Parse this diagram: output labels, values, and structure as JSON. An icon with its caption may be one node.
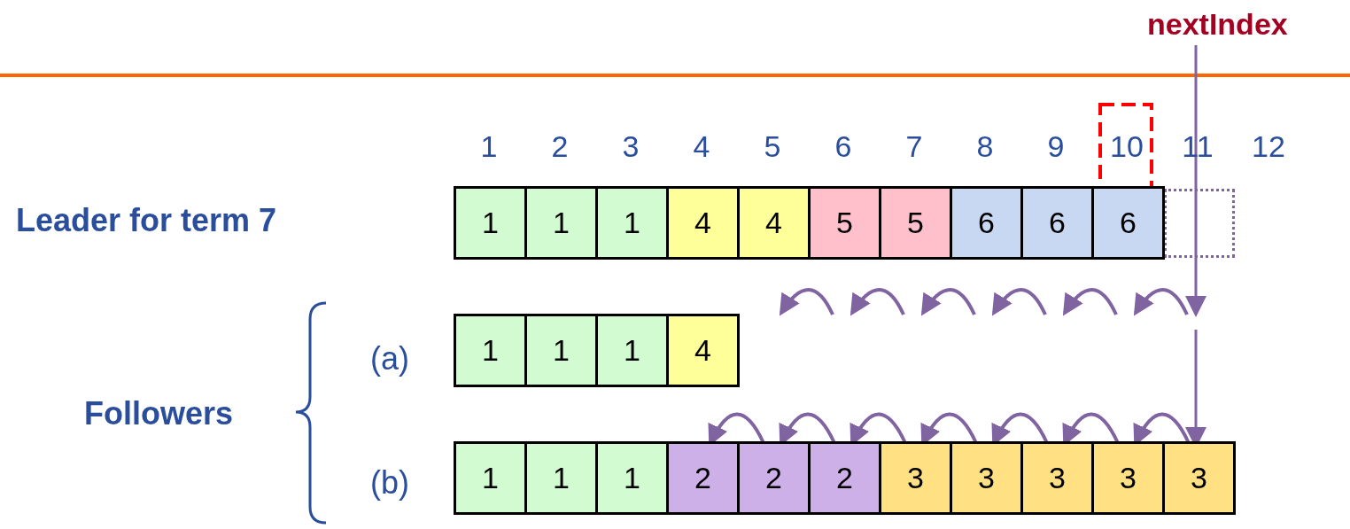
{
  "diagram": {
    "nodes": [
      {
        "text": [
          "nextIndex"
        ]
      },
      {
        "text": [
          "1"
        ]
      },
      {
        "text": [
          "1"
        ]
      },
      {
        "text": [
          "1"
        ]
      },
      {
        "text": [
          "4"
        ]
      },
      {
        "text": [
          "4"
        ]
      },
      {
        "text": [
          "5"
        ]
      },
      {
        "text": [
          "5"
        ]
      },
      {
        "text": [
          "6"
        ]
      },
      {
        "text": [
          "6"
        ]
      },
      {
        "text": [
          "6"
        ]
      },
      {
        "text": [],
        "shape": "box"
      },
      {
        "text": [
          "1"
        ]
      },
      {
        "text": [
          "1"
        ]
      },
      {
        "text": [
          "1"
        ]
      },
      {
        "text": [
          "4"
        ]
      },
      {
        "text": [
          "1"
        ]
      },
      {
        "text": [
          "1"
        ]
      },
      {
        "text": [
          "1"
        ]
      },
      {
        "text": [
          "2"
        ]
      },
      {
        "text": [
          "2"
        ]
      },
      {
        "text": [
          "2"
        ]
      },
      {
        "text": [
          "3"
        ]
      },
      {
        "text": [
          "3"
        ]
      },
      {
        "text": [
          "3"
        ]
      },
      {
        "text": [
          "3"
        ]
      },
      {
        "text": [
          "3"
        ]
      }
    ],
    "edges": [
      {
        "from": 0,
        "to": null,
        "arrow": "to"
      },
      {
        "from": null,
        "to": 26,
        "arrow": "to"
      },
      {
        "from": 20,
        "to": 19,
        "arrow": "to"
      },
      {
        "from": 21,
        "to": 20,
        "arrow": "to"
      },
      {
        "from": 22,
        "to": 21,
        "arrow": "to"
      },
      {
        "from": 23,
        "to": 22,
        "arrow": "to"
      },
      {
        "from": 24,
        "to": 23,
        "arrow": "to"
      },
      {
        "from": 25,
        "to": 24,
        "arrow": "to"
      },
      {
        "from": 26,
        "to": 25,
        "arrow": "to"
      }
    ],
    "labels": [
      "1",
      "2",
      "3",
      "4",
      "5",
      "6",
      "7",
      "8",
      "9",
      "10",
      "11",
      "12",
      "Leader for term 7",
      "(a)",
      "Followers",
      "(b)"
    ]
  }
}
